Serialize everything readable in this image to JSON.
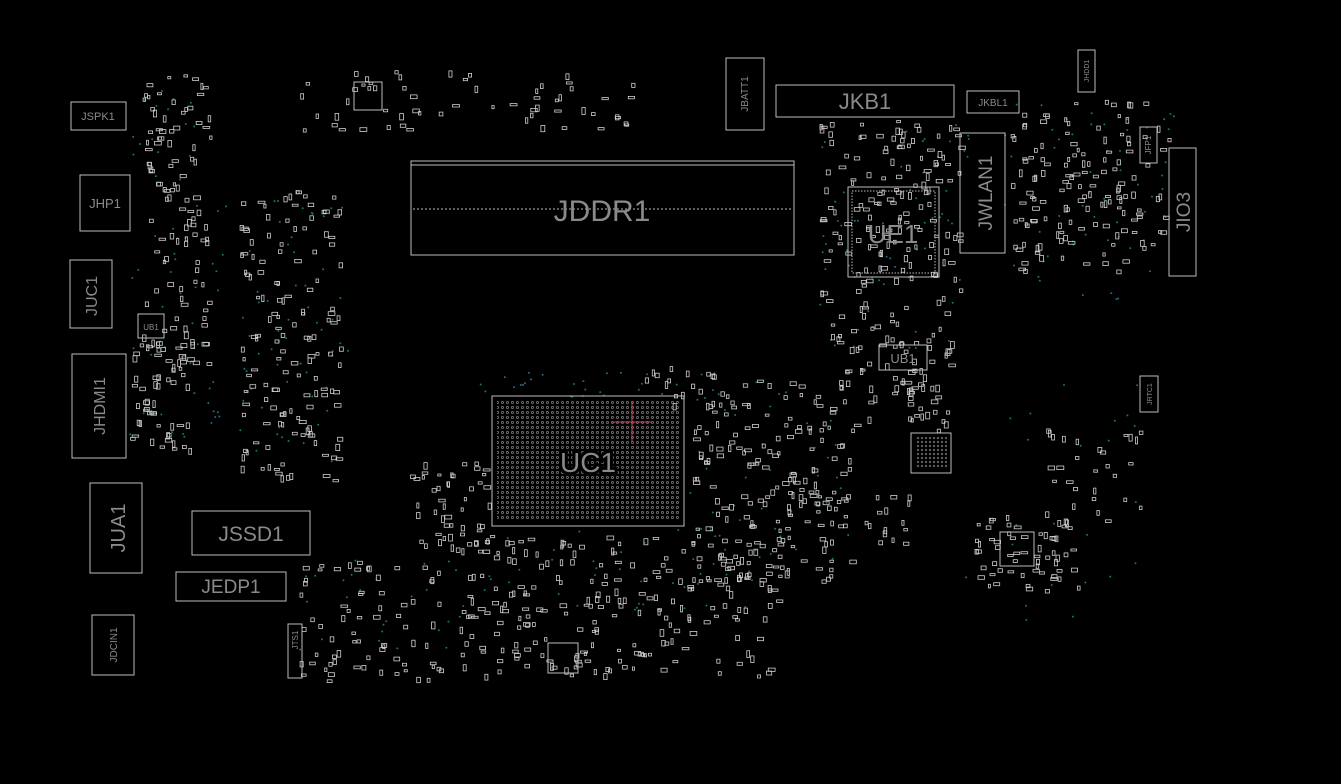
{
  "board": {
    "components": [
      {
        "ref": "JSPK1"
      },
      {
        "ref": "JHP1"
      },
      {
        "ref": "JUC1"
      },
      {
        "ref": "UB1"
      },
      {
        "ref": "JHDMI1"
      },
      {
        "ref": "JUA1"
      },
      {
        "ref": "JSSD1"
      },
      {
        "ref": "JEDP1"
      },
      {
        "ref": "JDCIN1"
      },
      {
        "ref": "JTS1"
      },
      {
        "ref": "JBATT1"
      },
      {
        "ref": "JKB1"
      },
      {
        "ref": "JKBL1"
      },
      {
        "ref": "JHDD1"
      },
      {
        "ref": "JFP1"
      },
      {
        "ref": "JDDR1"
      },
      {
        "ref": "UE1"
      },
      {
        "ref": "JWLAN1"
      },
      {
        "ref": "JIO3"
      },
      {
        "ref": "UB1"
      },
      {
        "ref": "UC1"
      },
      {
        "ref": "JRTC1"
      }
    ]
  },
  "colors": {
    "background": "#000000",
    "outline": "#bdbdbd",
    "label": "#8a8a8a",
    "via": "#1e6f7a",
    "marker": "#c24b5a"
  }
}
